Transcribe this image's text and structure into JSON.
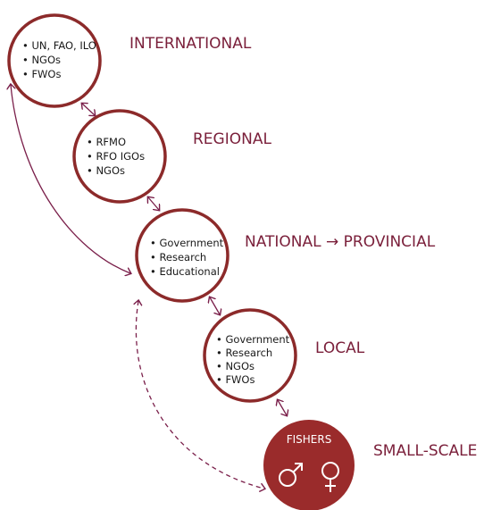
{
  "colors": {
    "ring": "#8c2a2a",
    "arrow": "#7a1f4a",
    "label": "#7a1f3a",
    "fishers_fill": "#9a2b2b",
    "symbol": "#ffffff"
  },
  "levels": [
    {
      "label": "INTERNATIONAL",
      "items": [
        "• UN, FAO, ILO",
        "• NGOs",
        "• FWOs"
      ]
    },
    {
      "label": "REGIONAL",
      "items": [
        "• RFMO",
        "• RFO IGOs",
        "• NGOs"
      ]
    },
    {
      "label": "NATIONAL → PROVINCIAL",
      "items": [
        "• Government",
        "• Research",
        "• Educational"
      ]
    },
    {
      "label": "LOCAL",
      "items": [
        "• Government",
        "• Research",
        "• NGOs",
        "• FWOs"
      ]
    },
    {
      "label": "SMALL-SCALE",
      "title": "FISHERS",
      "symbols": [
        "♂",
        "♀"
      ],
      "symbol_icons": [
        "male-symbol-icon",
        "female-symbol-icon"
      ]
    }
  ]
}
